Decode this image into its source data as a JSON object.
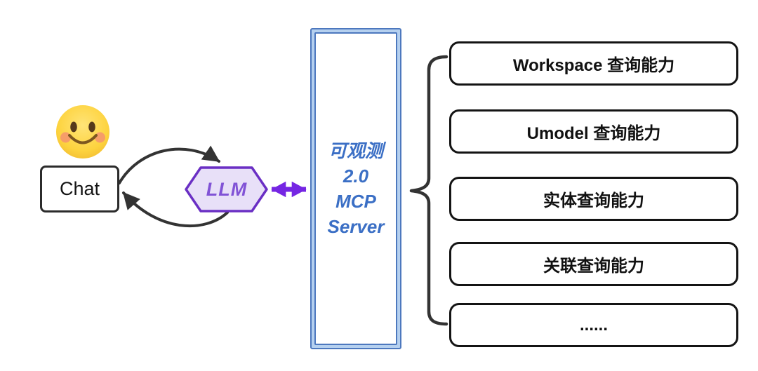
{
  "diagram": {
    "user": {
      "icon": "smiling-face-emoji"
    },
    "chat": {
      "label": "Chat"
    },
    "llm": {
      "label": "LLM"
    },
    "mcp_server": {
      "lines": [
        "可观测",
        "2.0",
        "MCP",
        "Server"
      ],
      "full_text": "可观测 2.0 MCP Server"
    },
    "capabilities": [
      {
        "label": "Workspace 查询能力"
      },
      {
        "label": "Umodel 查询能力"
      },
      {
        "label": "实体查询能力"
      },
      {
        "label": "关联查询能力"
      },
      {
        "label": "......"
      }
    ],
    "connections": [
      {
        "from": "chat",
        "to": "llm",
        "style": "curved-arrow"
      },
      {
        "from": "llm",
        "to": "chat",
        "style": "curved-arrow"
      },
      {
        "from": "llm",
        "to": "mcp_server",
        "style": "double-headed-arrow"
      },
      {
        "from": "mcp_server",
        "to": "capabilities",
        "style": "curly-brace"
      }
    ],
    "colors": {
      "llm_border": "#6a2fc4",
      "llm_fill": "#e8e0f8",
      "llm_text": "#8153d6",
      "purple_arrow": "#7526e3",
      "mcp_border": "#4d78be",
      "mcp_border_band": "#b5d0ef",
      "mcp_text": "#3b6fc5",
      "node_border": "#141414",
      "connector_dark": "#333333"
    }
  }
}
